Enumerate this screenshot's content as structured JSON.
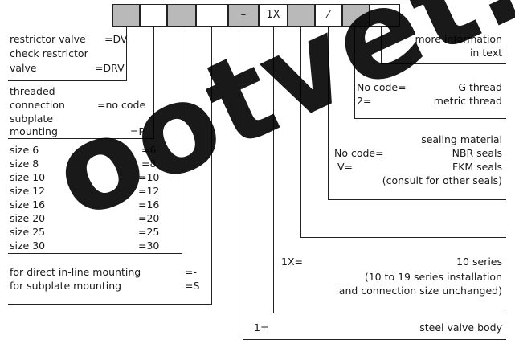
{
  "code_boxes": [
    "",
    "",
    "",
    "",
    "–",
    "1X",
    "",
    "⁄",
    "",
    ""
  ],
  "watermark": "ootvet.ru",
  "sections": {
    "valve_type": [
      {
        "label": "restrictor valve",
        "code": "=DV"
      },
      {
        "label": "check restrictor",
        "code": ""
      },
      {
        "label": "valve",
        "code": "=DRV"
      }
    ],
    "connection": [
      {
        "label": "threaded",
        "code": ""
      },
      {
        "label": "connection",
        "code": "=no code"
      },
      {
        "label": "subplate",
        "code": ""
      },
      {
        "label": "mounting",
        "code": "=P"
      }
    ],
    "sizes": [
      {
        "label": "size 6",
        "code": "=6"
      },
      {
        "label": "size 8",
        "code": "=8"
      },
      {
        "label": "size 10",
        "code": "=10"
      },
      {
        "label": "size 12",
        "code": "=12"
      },
      {
        "label": "size 16",
        "code": "=16"
      },
      {
        "label": "size 20",
        "code": "=20"
      },
      {
        "label": "size 25",
        "code": "=25"
      },
      {
        "label": "size 30",
        "code": "=30"
      }
    ],
    "mounting": [
      {
        "label": "for direct in-line mounting",
        "code": "=-"
      },
      {
        "label": "for subplate mounting",
        "code": "=S"
      }
    ],
    "more_info": [
      "more information",
      "in text"
    ],
    "thread": [
      {
        "code": "No code=",
        "label": "G thread"
      },
      {
        "code": "2=",
        "label": "metric thread"
      }
    ],
    "seals": {
      "title": "sealing material",
      "items": [
        {
          "code": "No code=",
          "label": "NBR seals"
        },
        {
          "code": "V=",
          "label": "FKM seals"
        }
      ],
      "note": "(consult for other seals)"
    },
    "series": {
      "code": "1X=",
      "label": "10 series",
      "note1": "(10 to 19 series installation",
      "note2": "and connection size unchanged)"
    },
    "body": {
      "code": "1=",
      "label": "steel valve body"
    }
  }
}
